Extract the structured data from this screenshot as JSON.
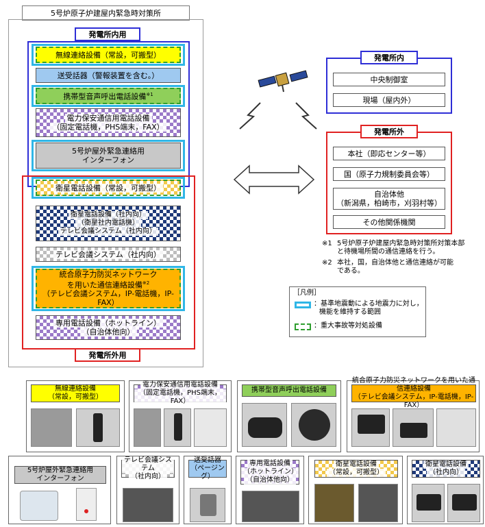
{
  "title": "5号炉原子炉建屋内緊急時対策所",
  "in_station_label": "発電所内用",
  "out_station_label": "発電所外用",
  "equipment": {
    "radio": "無線連絡設備（常設，可搬型）",
    "transceiver": "送受話器（警報装置を含む。）",
    "portable_phone": "携帯型音声呼出電話設備",
    "portable_phone_note": "※1",
    "security_line_1": "電力保安通信用電話設備",
    "security_line_2": "（固定電話機，PHS端末，FAX）",
    "intercom_1": "5号炉屋外緊急連絡用",
    "intercom_2": "インターフォン",
    "satellite": "衛星電話設備（常設，可搬型）",
    "data_system_1": "衛星電話設備（社内向）",
    "data_system_2": "（衛星社内電話機）",
    "data_system_3": "テレビ会議システム（社内向）",
    "tv_conf": "テレビ会議システム（社内向）",
    "integrated_1": "統合原子力防災ネットワーク",
    "integrated_2": "を用いた通信連絡設備",
    "integrated_note": "※2",
    "integrated_3": "（テレビ会議システム，IP-電話機，IP-FAX）",
    "hotline_1": "専用電話設備（ホットライン）",
    "hotline_2": "（自治体他向）"
  },
  "right": {
    "inside_header": "発電所内",
    "inside_items": [
      "中央制御室",
      "現場（屋内外）"
    ],
    "outside_header": "発電所外",
    "outside_items": [
      "本社（即応センター等）",
      "国（原子力規制委員会等）",
      "自治体他",
      "（新潟県，柏崎市，刈羽村等）",
      "その他関係機関"
    ]
  },
  "notes": {
    "n1_mark": "※1",
    "n1_line1": "5号炉原子炉建屋内緊急時対策所対策本部",
    "n1_line2": "と待機場所間の通信連絡を行う。",
    "n2_mark": "※2",
    "n2_line1": "本社，国，自治体他と通信連絡が可能",
    "n2_line2": "である。"
  },
  "legend": {
    "title": "［凡例］",
    "item1_line1": "：基準地震動による地震力に対し，",
    "item1_line2": "機能を維持する範囲",
    "item2": "：重大事故等対処設備"
  },
  "photos_row1": [
    {
      "l1": "無線連絡設備",
      "l2": "（常設，可搬型）"
    },
    {
      "l1": "電力保安通信用電話設備",
      "l2": "（固定電話機，PHS端末，FAX）"
    },
    {
      "l1": "携帯型音声呼出電話設備",
      "l2": ""
    },
    {
      "l1": "統合原子力防災ネットワークを用いた通信連絡設備",
      "l2": "（テレビ会議システム，IP-電話機，IP-FAX）"
    }
  ],
  "photos_row2": [
    {
      "l1": "5号炉屋外緊急連絡用",
      "l2": "インターフォン"
    },
    {
      "l1": "テレビ会議システム",
      "l2": "（社内向）"
    },
    {
      "l1": "送受話器",
      "l2": "（ページング）"
    },
    {
      "l1": "専用電話設備",
      "l2": "（ホットライン）",
      "l3": "（自治体他向）"
    },
    {
      "l1": "衛星電話設備",
      "l2": "（常設，可搬型）"
    },
    {
      "l1": "衛星電話設備",
      "l2": "（社内向）"
    }
  ],
  "colors": {
    "blue": "#2d2dd6",
    "red": "#e02020",
    "cyan": "#2fb6e6",
    "green_dash": "#2e9e2e",
    "yellow": "#ffff00",
    "lightblue": "#9fc9f0",
    "green": "#8fcf5a",
    "orange": "#ffb300"
  }
}
